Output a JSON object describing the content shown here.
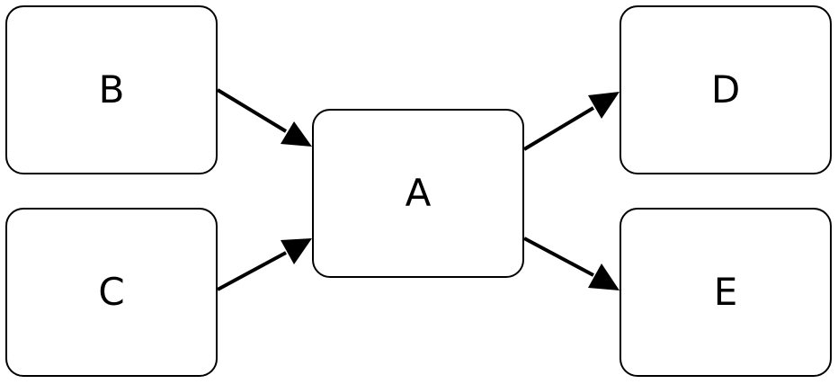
{
  "nodes": {
    "a": {
      "label": "A"
    },
    "b": {
      "label": "B"
    },
    "c": {
      "label": "C"
    },
    "d": {
      "label": "D"
    },
    "e": {
      "label": "E"
    }
  },
  "edges": [
    {
      "from": "B",
      "to": "A"
    },
    {
      "from": "C",
      "to": "A"
    },
    {
      "from": "A",
      "to": "D"
    },
    {
      "from": "A",
      "to": "E"
    }
  ],
  "colors": {
    "stroke": "#000000",
    "background": "#ffffff"
  }
}
